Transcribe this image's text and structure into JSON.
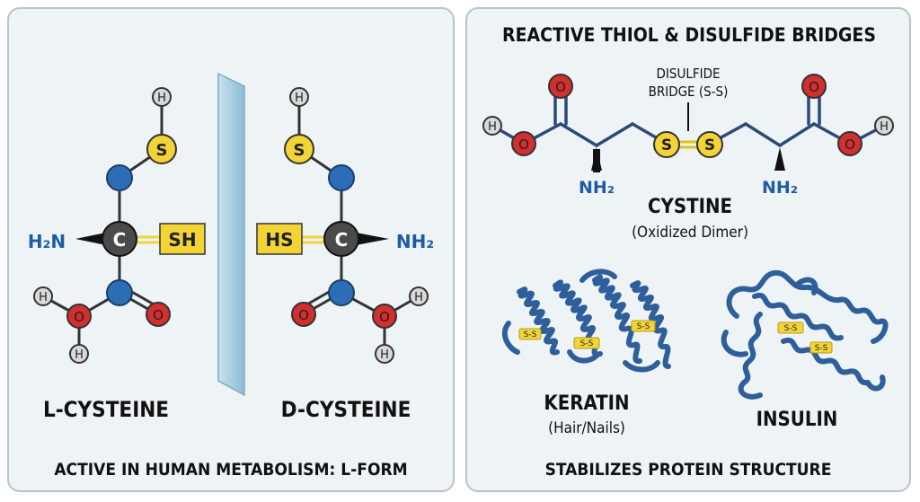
{
  "left_panel": {
    "l_name": "L-CYSTEINE",
    "d_name": "D-CYSTEINE",
    "footer": "ACTIVE IN HUMAN METABOLISM: L-FORM",
    "atoms": {
      "h": "H",
      "s": "S",
      "c": "C",
      "o": "O",
      "sh": "SH",
      "hs": "HS",
      "h2n": "H₂N",
      "nh2": "NH₂"
    }
  },
  "right_panel": {
    "title": "REACTIVE THIOL & DISULFIDE BRIDGES",
    "bridge_label_1": "DISULFIDE",
    "bridge_label_2": "BRIDGE (S-S)",
    "cystine_name": "CYSTINE",
    "cystine_sub": "(Oxidized Dimer)",
    "keratin_name": "KERATIN",
    "keratin_sub": "(Hair/Nails)",
    "insulin_name": "INSULIN",
    "footer": "STABILIZES PROTEIN STRUCTURE",
    "atoms": {
      "h": "H",
      "o": "O",
      "s": "S",
      "nh2": "NH₂",
      "ss": "S-S"
    }
  },
  "colors": {
    "carbon_blue": "#2d6db5",
    "sulfur_yellow": "#f3d437",
    "oxygen_red": "#d32f2f",
    "hydrogen_gray": "#d9d9d9",
    "chiral_carbon": "#4a4a4a",
    "label_blue": "#1f5aa6"
  }
}
